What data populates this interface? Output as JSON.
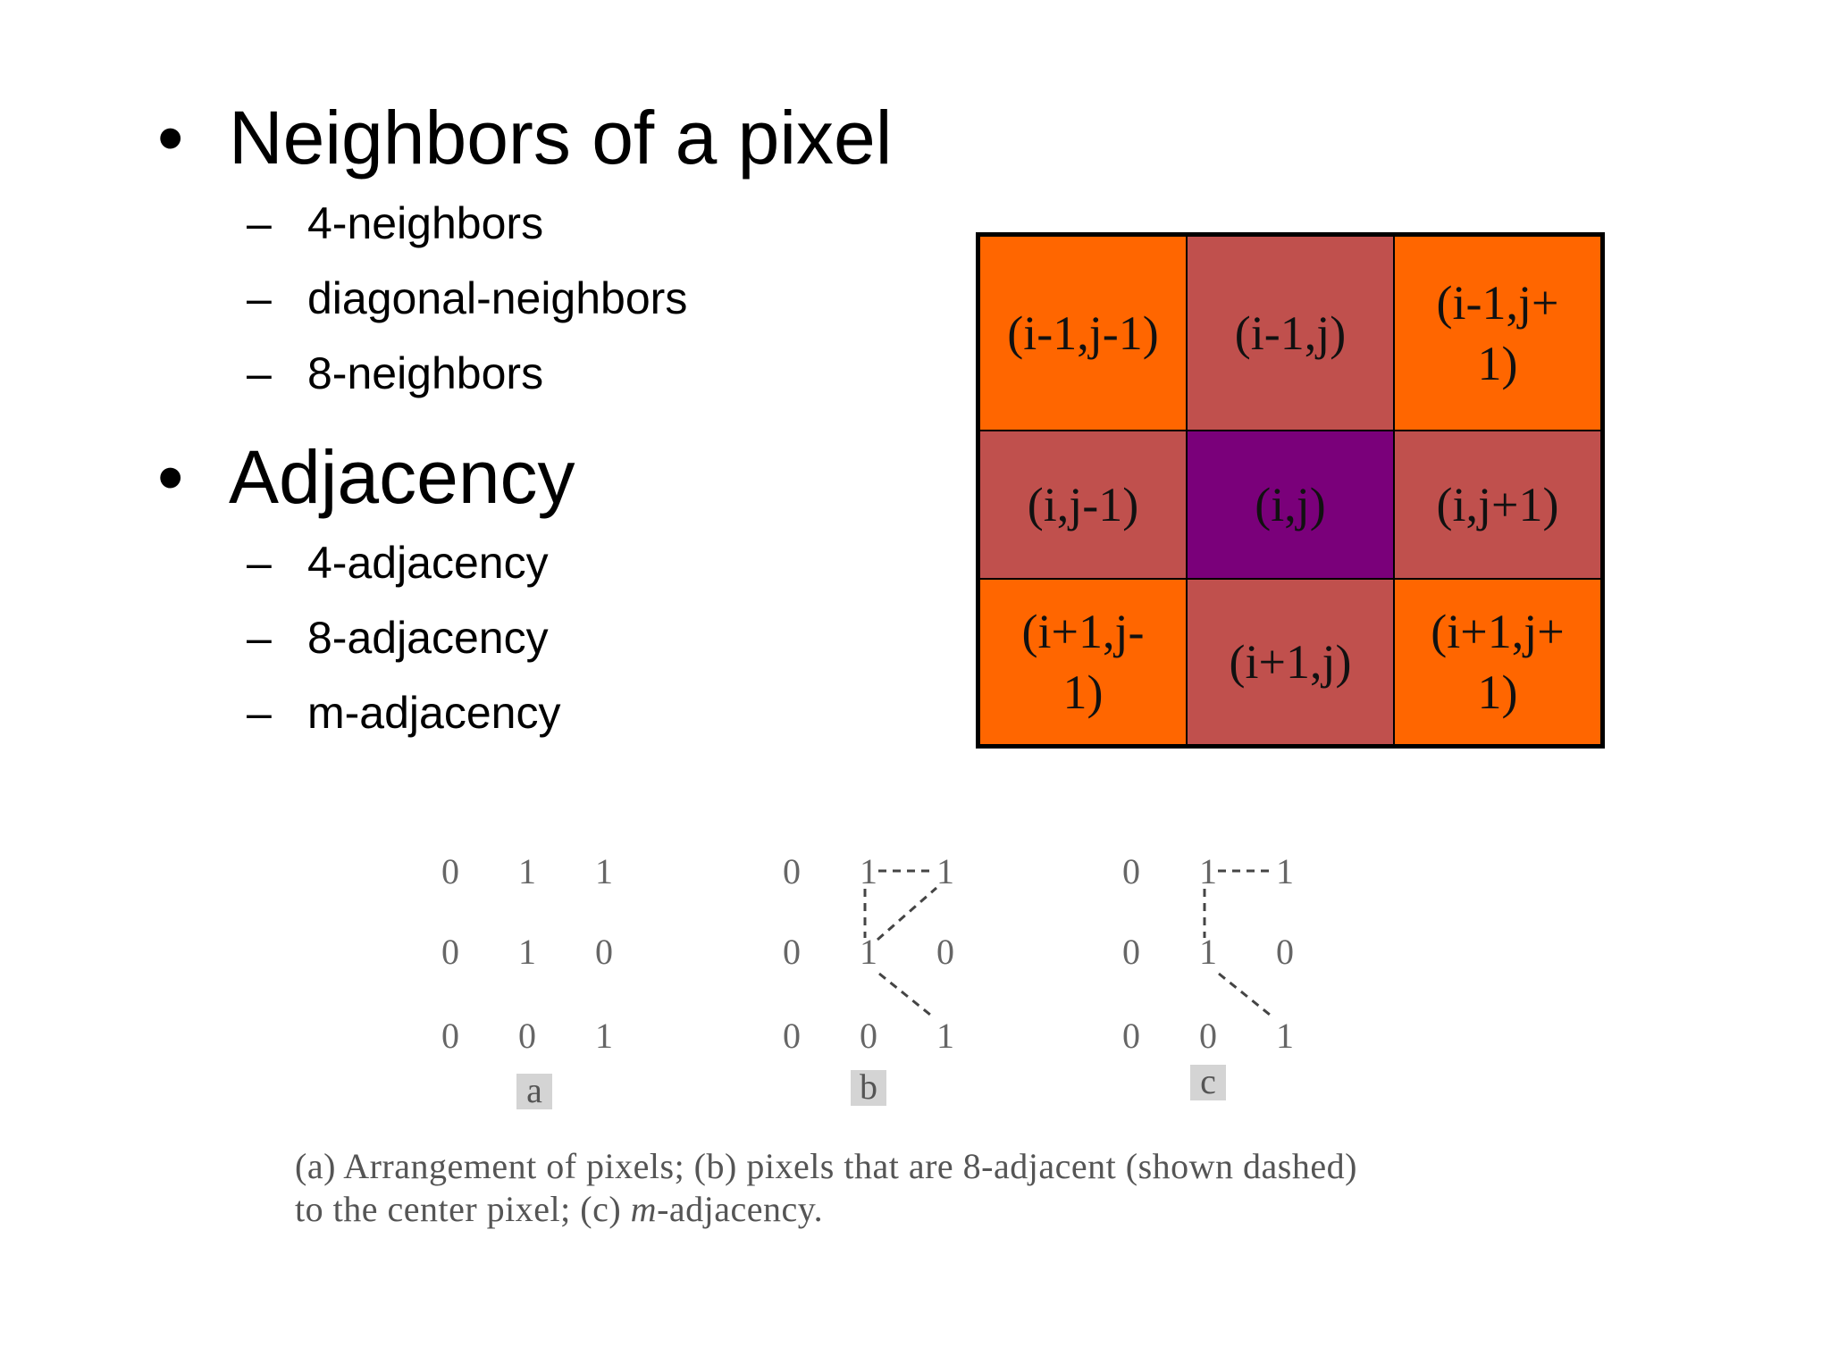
{
  "bullets": [
    {
      "text": "Neighbors of a pixel",
      "subitems": [
        "4-neighbors",
        "diagonal-neighbors",
        "8-neighbors"
      ]
    },
    {
      "text": "Adjacency",
      "subitems": [
        "4-adjacency",
        "8-adjacency",
        "m-adjacency"
      ]
    }
  ],
  "bullet_symbol": "•",
  "sub_bullet_symbol": "–",
  "pixel_grid": {
    "cells": [
      [
        "(i-1,j-1)",
        "(i-1,j)",
        "(i-1,j+1)"
      ],
      [
        "(i,j-1)",
        "(i,j)",
        "(i,j+1)"
      ],
      [
        "(i+1,j-1)",
        "(i+1,j)",
        "(i+1,j+1)"
      ]
    ],
    "colors": {
      "corner": "#ff6600",
      "edge": "#c0504d",
      "center": "#7a007a"
    }
  },
  "adjacency_figure": {
    "panels": [
      {
        "label": "a",
        "matrix": [
          [
            "0",
            "1",
            "1"
          ],
          [
            "0",
            "1",
            "0"
          ],
          [
            "0",
            "0",
            "1"
          ]
        ],
        "dashed_links": false
      },
      {
        "label": "b",
        "matrix": [
          [
            "0",
            "1",
            "1"
          ],
          [
            "0",
            "1",
            "0"
          ],
          [
            "0",
            "0",
            "1"
          ]
        ],
        "dashed_links": true
      },
      {
        "label": "c",
        "matrix": [
          [
            "0",
            "1",
            "1"
          ],
          [
            "0",
            "1",
            "0"
          ],
          [
            "0",
            "0",
            "1"
          ]
        ],
        "dashed_links": true
      }
    ],
    "caption_line1": "(a) Arrangement of pixels; (b) pixels that are 8-adjacent (shown dashed)",
    "caption_line2_prefix": "to the center pixel; (c) ",
    "caption_line2_italic": "m",
    "caption_line2_suffix": "-adjacency."
  }
}
